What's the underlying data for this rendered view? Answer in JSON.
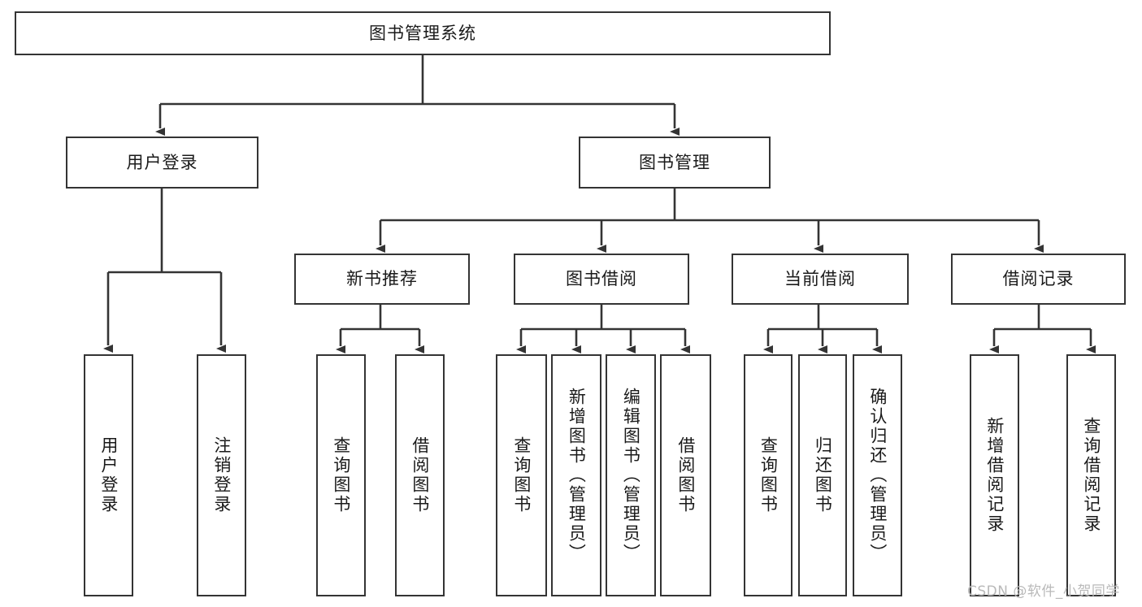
{
  "diagram": {
    "type": "tree",
    "title": "图书管理系统",
    "background_color": "#ffffff",
    "border_color": "#343434",
    "text_color": "#1a1a1a",
    "nodes": {
      "root": {
        "label": "图书管理系统",
        "level": 1,
        "orientation": "horizontal"
      },
      "user_login": {
        "label": "用户登录",
        "level": 2,
        "orientation": "horizontal"
      },
      "book_manage": {
        "label": "图书管理",
        "level": 2,
        "orientation": "horizontal"
      },
      "new_book_rec": {
        "label": "新书推荐",
        "level": 3,
        "orientation": "horizontal"
      },
      "book_borrow": {
        "label": "图书借阅",
        "level": 3,
        "orientation": "horizontal"
      },
      "current_borrow": {
        "label": "当前借阅",
        "level": 3,
        "orientation": "horizontal"
      },
      "borrow_record": {
        "label": "借阅记录",
        "level": 3,
        "orientation": "horizontal"
      },
      "leaf_user_login": {
        "label": "用户登录",
        "level": 4,
        "orientation": "vertical"
      },
      "leaf_logout": {
        "label": "注销登录",
        "level": 4,
        "orientation": "vertical"
      },
      "leaf_query_book_1": {
        "label": "查询图书",
        "level": 4,
        "orientation": "vertical"
      },
      "leaf_borrow_book_1": {
        "label": "借阅图书",
        "level": 4,
        "orientation": "vertical"
      },
      "leaf_query_book_2": {
        "label": "查询图书",
        "level": 4,
        "orientation": "vertical"
      },
      "leaf_add_book": {
        "label": "新增图书（管理员）",
        "level": 4,
        "orientation": "vertical"
      },
      "leaf_edit_book": {
        "label": "编辑图书（管理员）",
        "level": 4,
        "orientation": "vertical"
      },
      "leaf_borrow_book_2": {
        "label": "借阅图书",
        "level": 4,
        "orientation": "vertical"
      },
      "leaf_query_book_3": {
        "label": "查询图书",
        "level": 4,
        "orientation": "vertical"
      },
      "leaf_return_book": {
        "label": "归还图书",
        "level": 4,
        "orientation": "vertical"
      },
      "leaf_confirm_return": {
        "label": "确认归还（管理员）",
        "level": 4,
        "orientation": "vertical"
      },
      "leaf_add_record": {
        "label": "新增借阅记录",
        "level": 4,
        "orientation": "vertical"
      },
      "leaf_query_record": {
        "label": "查询借阅记录",
        "level": 4,
        "orientation": "vertical"
      }
    },
    "edges": [
      {
        "from": "root",
        "to": "user_login"
      },
      {
        "from": "root",
        "to": "book_manage"
      },
      {
        "from": "user_login",
        "to": "leaf_user_login"
      },
      {
        "from": "user_login",
        "to": "leaf_logout"
      },
      {
        "from": "book_manage",
        "to": "new_book_rec"
      },
      {
        "from": "book_manage",
        "to": "book_borrow"
      },
      {
        "from": "book_manage",
        "to": "current_borrow"
      },
      {
        "from": "book_manage",
        "to": "borrow_record"
      },
      {
        "from": "new_book_rec",
        "to": "leaf_query_book_1"
      },
      {
        "from": "new_book_rec",
        "to": "leaf_borrow_book_1"
      },
      {
        "from": "book_borrow",
        "to": "leaf_query_book_2"
      },
      {
        "from": "book_borrow",
        "to": "leaf_add_book"
      },
      {
        "from": "book_borrow",
        "to": "leaf_edit_book"
      },
      {
        "from": "book_borrow",
        "to": "leaf_borrow_book_2"
      },
      {
        "from": "current_borrow",
        "to": "leaf_query_book_3"
      },
      {
        "from": "current_borrow",
        "to": "leaf_return_book"
      },
      {
        "from": "current_borrow",
        "to": "leaf_confirm_return"
      },
      {
        "from": "borrow_record",
        "to": "leaf_add_record"
      },
      {
        "from": "borrow_record",
        "to": "leaf_query_record"
      }
    ]
  },
  "watermark": {
    "text": "CSDN @软件_小贺同学",
    "color": "#b9b9b9"
  }
}
